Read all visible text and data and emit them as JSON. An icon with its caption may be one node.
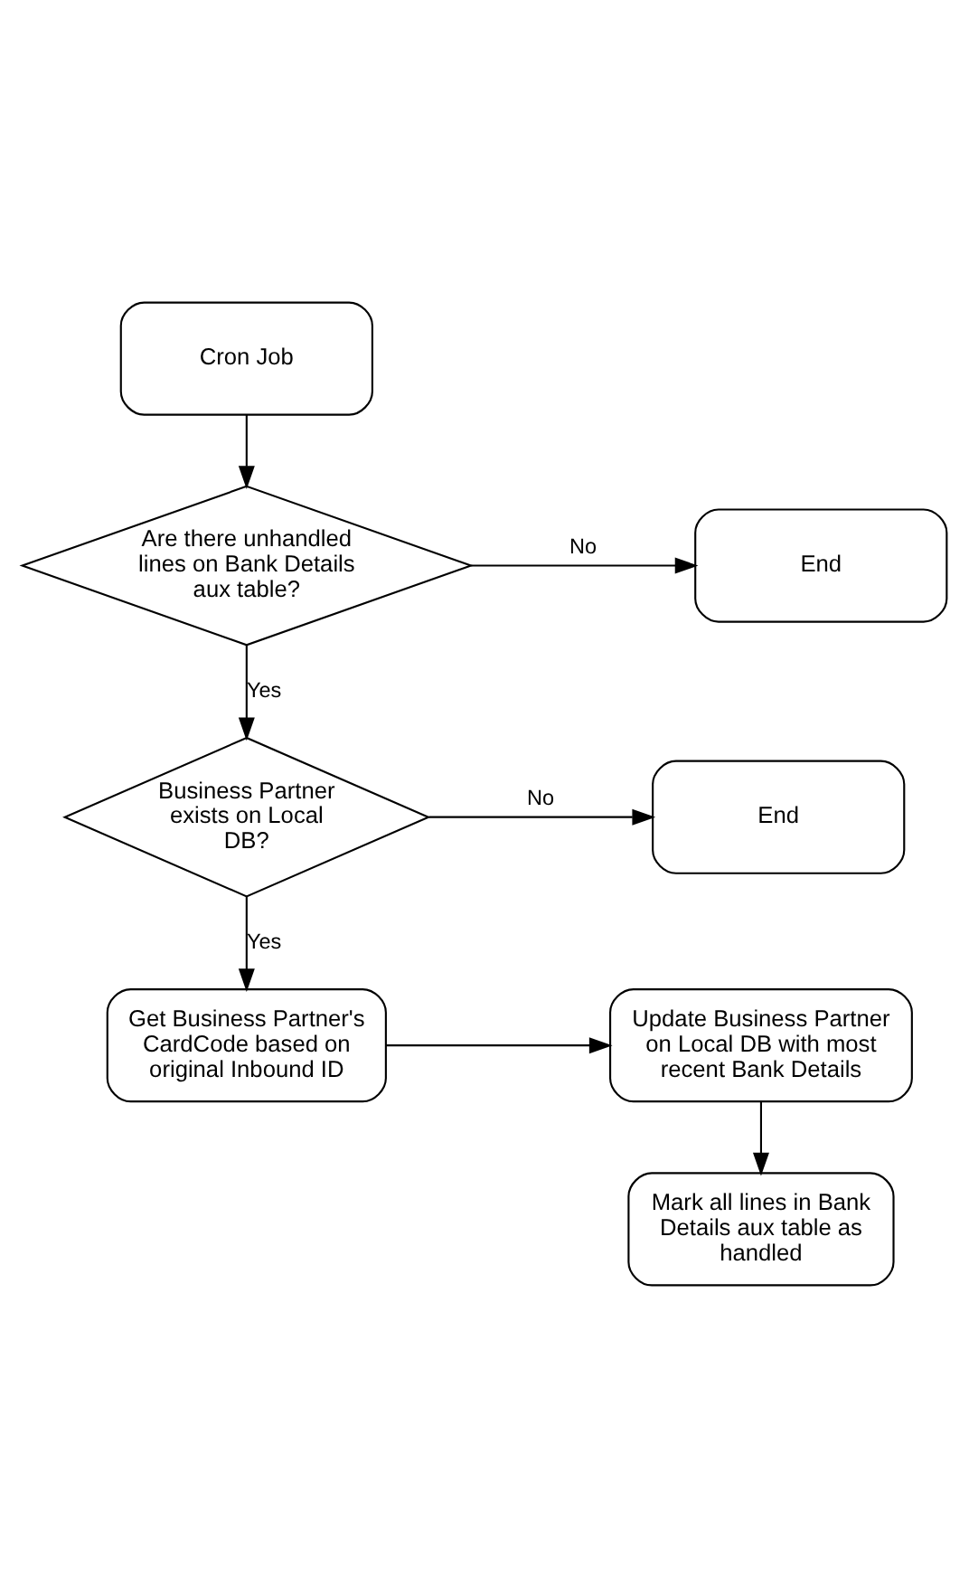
{
  "diagram": {
    "nodes": [
      {
        "text": [
          "Cron Job"
        ]
      },
      {
        "text": [
          "Are there unhandled lines on Bank Details aux table?"
        ]
      },
      {
        "text": [
          "End"
        ]
      },
      {
        "text": [
          "Business Partner exists on Local DB?"
        ]
      },
      {
        "text": [
          "End"
        ]
      },
      {
        "text": [
          "Get Business Partner's CardCode based on original Inbound ID"
        ]
      },
      {
        "text": [
          "Update Business Partner on Local DB with most recent Bank Details"
        ]
      },
      {
        "text": [
          "Mark all lines in Bank Details aux table as handled"
        ]
      }
    ],
    "edges": [
      {
        "from": 0,
        "to": 1,
        "arrow": "to"
      },
      {
        "from": 1,
        "to": 2,
        "arrow": "to",
        "label": "No"
      },
      {
        "from": 1,
        "to": 3,
        "arrow": "to",
        "label": "Yes"
      },
      {
        "from": 3,
        "to": 4,
        "arrow": "to",
        "label": "No"
      },
      {
        "from": 3,
        "to": 5,
        "arrow": "to",
        "label": "Yes"
      },
      {
        "from": 5,
        "to": 6,
        "arrow": "to"
      },
      {
        "from": 6,
        "to": 7,
        "arrow": "to"
      }
    ]
  }
}
